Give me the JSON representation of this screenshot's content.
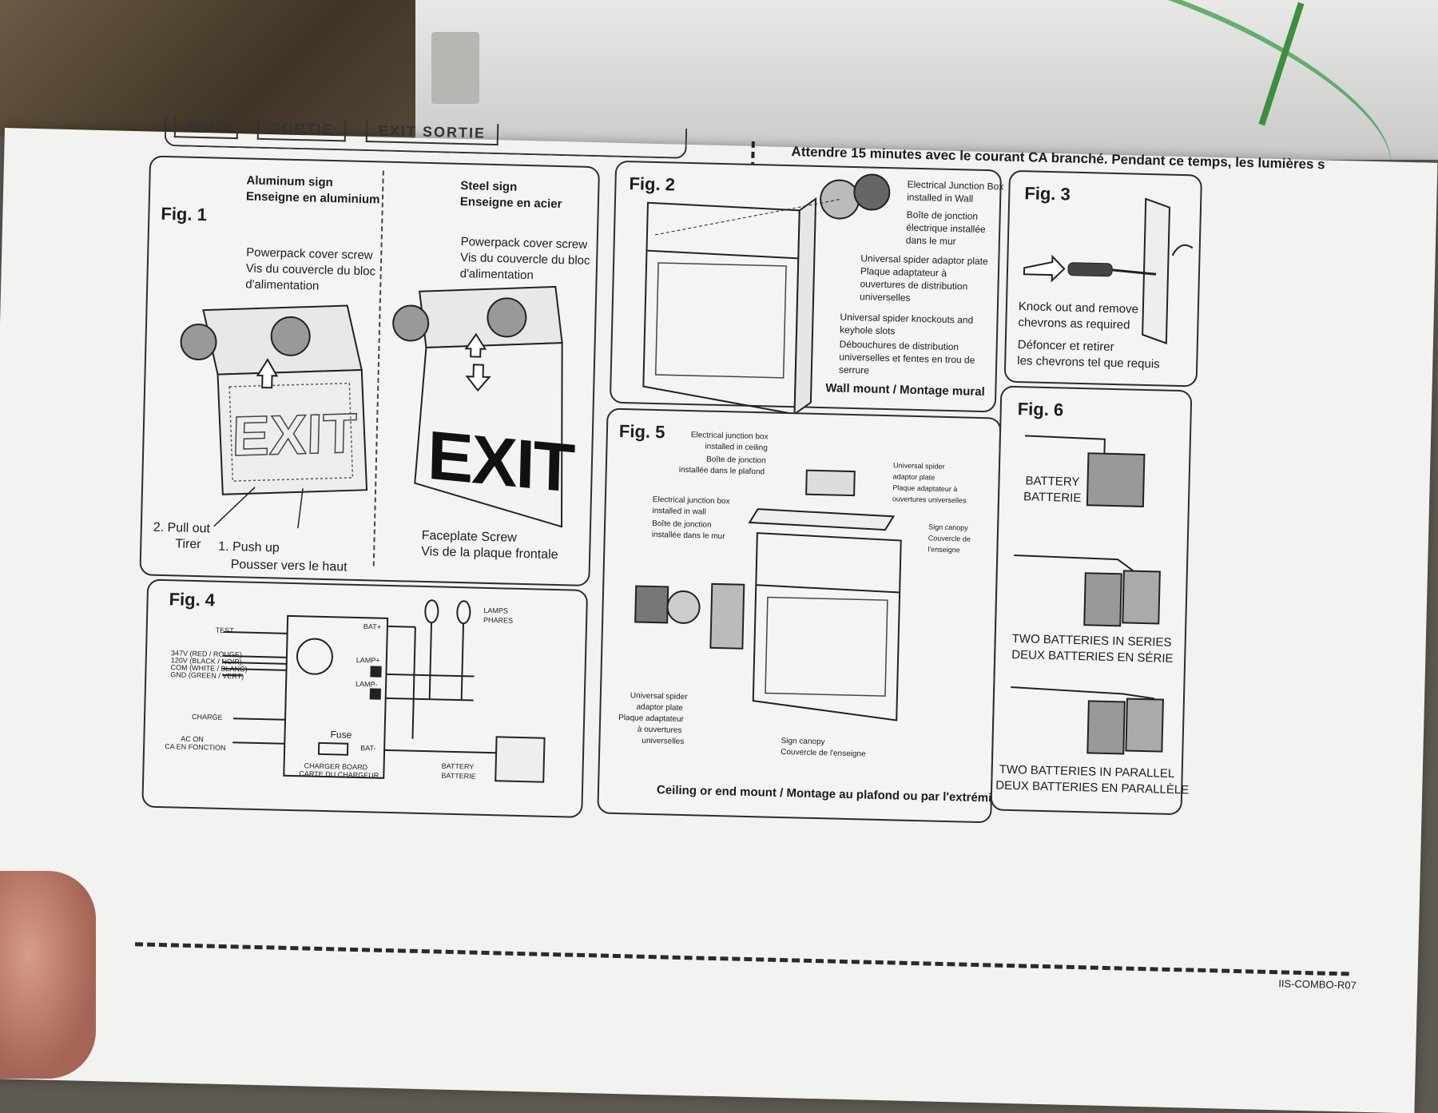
{
  "top": {
    "note": "Attendre 15 minutes avec le courant CA branché. Pendant ce temps, les lumières s",
    "tabs": [
      "EXIT",
      "SORTIE",
      "EXIT SORTIE"
    ]
  },
  "fig1": {
    "label": "Fig. 1",
    "aluminum": [
      "Aluminum sign",
      "Enseigne en aluminium"
    ],
    "steel": [
      "Steel sign",
      "Enseigne en acier"
    ],
    "powerpack_left": [
      "Powerpack cover screw",
      "Vis du couvercle du bloc",
      "d'alimentation"
    ],
    "powerpack_right": [
      "Powerpack cover screw",
      "Vis du couvercle du bloc",
      "d'alimentation"
    ],
    "pull": [
      "2. Pull out",
      "Tirer"
    ],
    "push": [
      "1. Push up",
      "Pousser vers le haut"
    ],
    "faceplate": [
      "Faceplate Screw",
      "Vis de la plaque frontale"
    ],
    "sign_text": "EXIT"
  },
  "fig2": {
    "label": "Fig. 2",
    "junction": [
      "Electrical Junction Box",
      "installed in Wall",
      "Boîte de jonction",
      "électrique installée",
      "dans le mur"
    ],
    "spider_plate": [
      "Universal spider adaptor plate",
      "Plaque adaptateur à",
      "ouvertures de distribution",
      "universelles"
    ],
    "knockouts": [
      "Universal spider knockouts and",
      "keyhole slots",
      "Débouchures de distribution",
      "universelles et fentes en trou de",
      "serrure"
    ],
    "bottom": "Wall mount / Montage mural"
  },
  "fig3": {
    "label": "Fig. 3",
    "text": [
      "Knock out and remove",
      "chevrons as required",
      "Défoncer et retirer",
      "les chevrons tel que requis"
    ]
  },
  "fig4": {
    "label": "Fig. 4",
    "test": "TEST",
    "wires": [
      "347V (RED / ROUGE)",
      "120V (BLACK / NOIR)",
      "COM (WHITE / BLANC)",
      "GND (GREEN / VERT)"
    ],
    "charge": "CHARGE",
    "acon": [
      "AC ON",
      "CA EN FONCTION"
    ],
    "bat_plus": "BAT+",
    "lamp_plus": "LAMP+",
    "lamp_minus": "LAMP-",
    "bat_minus": "BAT-",
    "fuse": "Fuse",
    "board": [
      "CHARGER BOARD",
      "CARTE DU CHARGEUR"
    ],
    "lamps": [
      "LAMPS",
      "PHARES"
    ],
    "battery": [
      "BATTERY",
      "BATTERIE"
    ]
  },
  "fig5": {
    "label": "Fig. 5",
    "ceiling_box": [
      "Electrical junction box",
      "installed in ceiling",
      "Boîte de jonction",
      "installée dans le plafond"
    ],
    "wall_box": [
      "Electrical junction box",
      "installed in wall",
      "Boîte de jonction",
      "installée dans le mur"
    ],
    "spider_top": [
      "Universal spider",
      "adaptor plate",
      "Plaque adaptateur à",
      "ouvertures universelles"
    ],
    "canopy_right": [
      "Sign canopy",
      "Couvercle de",
      "l'enseigne"
    ],
    "spider_bottom": [
      "Universal spider",
      "adaptor plate",
      "Plaque adaptateur",
      "à ouvertures",
      "universelles"
    ],
    "canopy_bottom": [
      "Sign canopy",
      "Couvercle de l'enseigne"
    ],
    "bottom": "Ceiling or end mount / Montage au plafond ou par l'extrémité"
  },
  "fig6": {
    "label": "Fig. 6",
    "single": [
      "BATTERY",
      "BATTERIE"
    ],
    "series": [
      "TWO BATTERIES IN SERIES",
      "DEUX BATTERIES EN SÉRIE"
    ],
    "parallel": [
      "TWO BATTERIES IN PARALLEL",
      "DEUX BATTERIES EN PARALLÈLE"
    ]
  },
  "doc_code": "IIS-COMBO-R07"
}
